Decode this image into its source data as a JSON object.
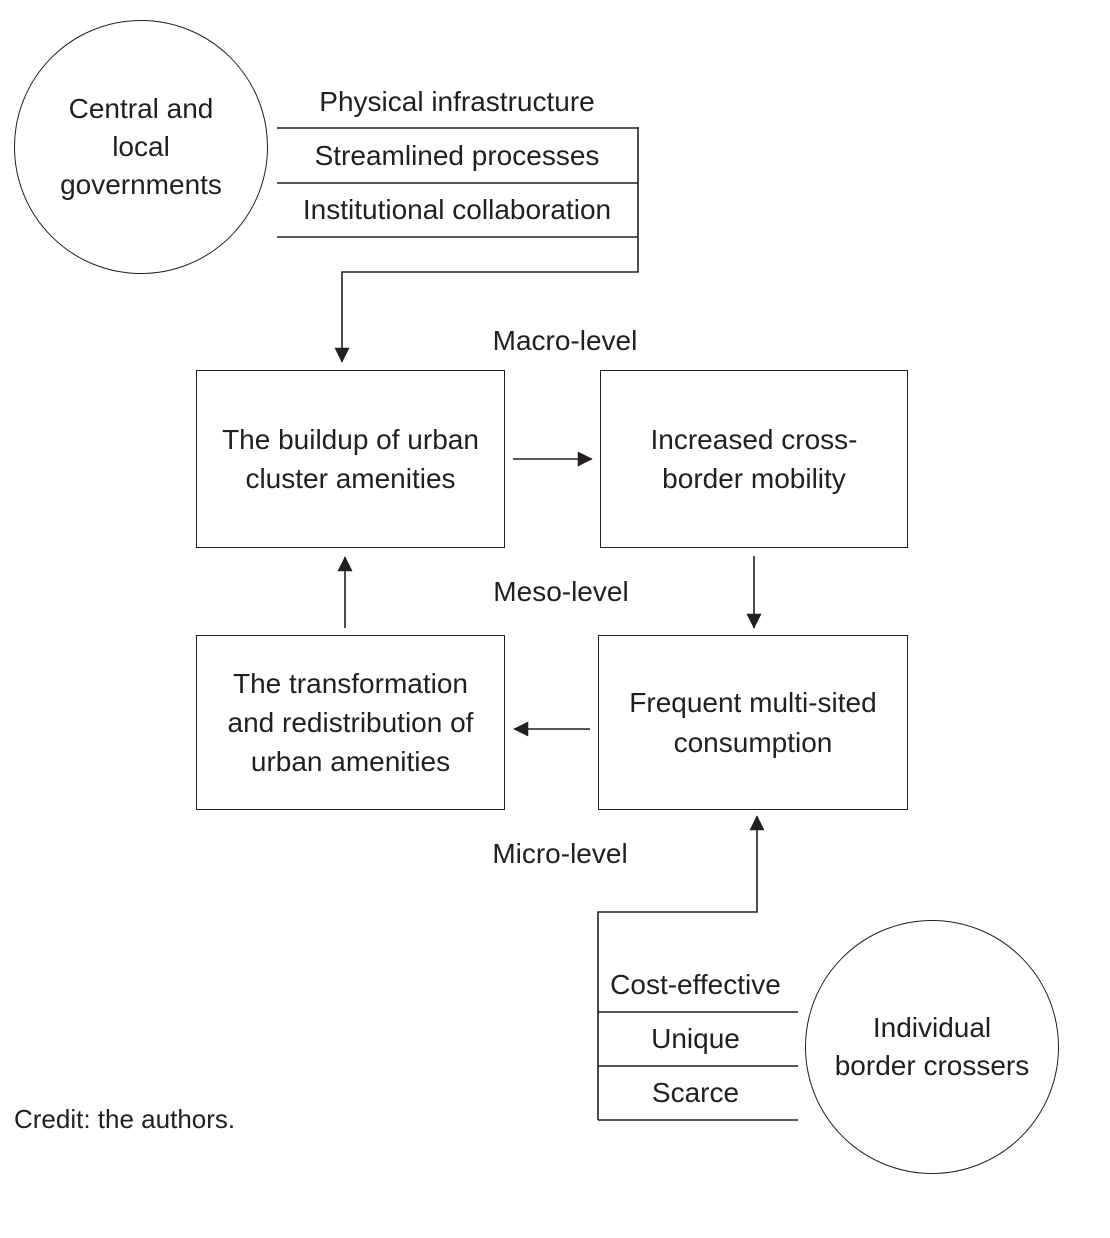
{
  "diagram": {
    "credit": "Credit: the authors.",
    "levels": {
      "macro": "Macro-level",
      "meso": "Meso-level",
      "micro": "Micro-level"
    },
    "circles": {
      "governments": "Central and local governments",
      "border_crossers": "Individual border crossers"
    },
    "gov_factors": [
      "Physical infrastructure",
      "Streamlined processes",
      "Institutional collaboration"
    ],
    "individual_factors": [
      "Cost-effective",
      "Unique",
      "Scarce"
    ],
    "boxes": {
      "buildup": "The buildup of urban cluster amenities",
      "mobility": "Increased cross-border mobility",
      "consumption": "Frequent multi-sited consumption",
      "transformation": "The transformation and redistribution of urban amenities"
    },
    "line_color": "#231f20"
  }
}
